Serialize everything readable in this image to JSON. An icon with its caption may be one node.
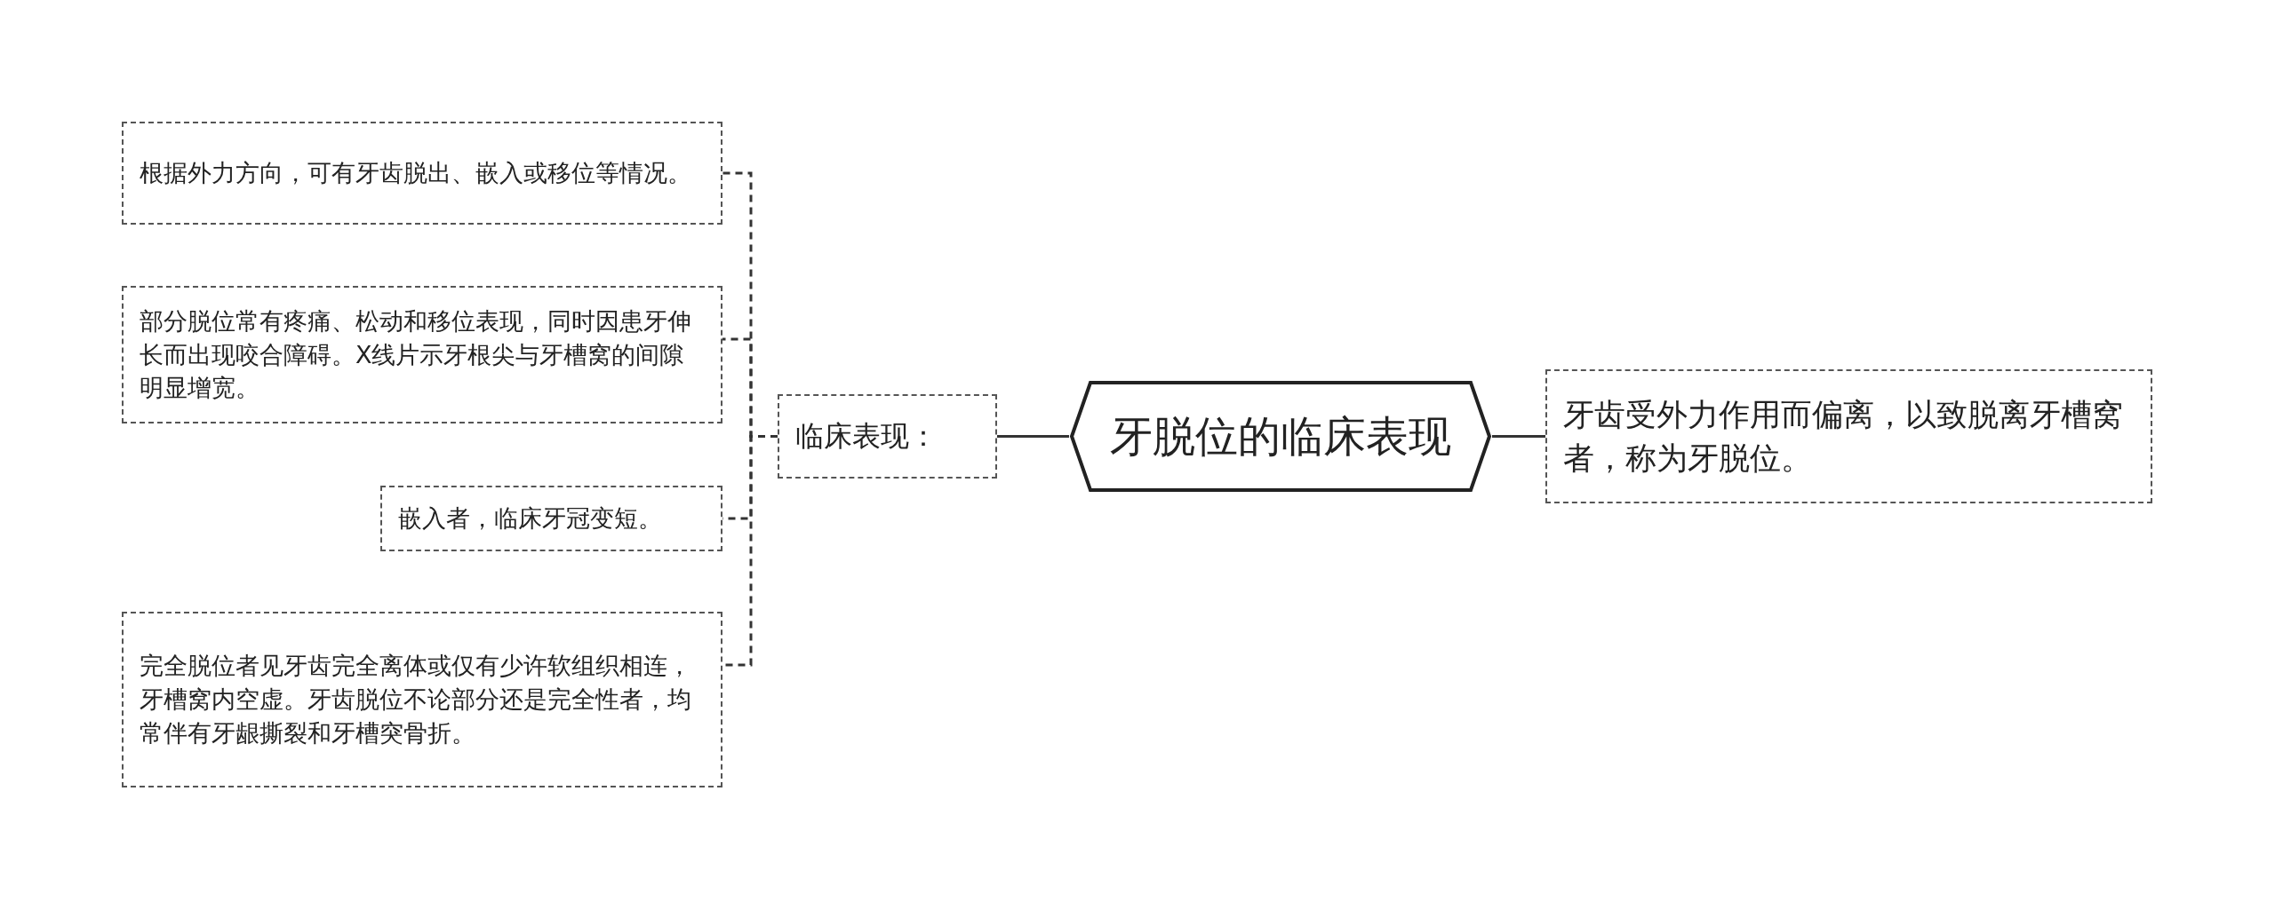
{
  "diagram": {
    "nodes": [
      {
        "text": [
          "牙脱位的临床表现"
        ]
      },
      {
        "text": [
          "临床表现："
        ]
      },
      {
        "text": [
          "根据外力方向，可有牙齿脱出、嵌入或移位等情况。"
        ]
      },
      {
        "text": [
          "部分脱位常有疼痛、松动和移位表现，同时因患牙伸长而出现咬合障碍。X线片示牙根尖与牙槽窝的间隙明显增宽。"
        ]
      },
      {
        "text": [
          "嵌入者，临床牙冠变短。"
        ]
      },
      {
        "text": [
          "完全脱位者见牙齿完全离体或仅有少许软组织相连，牙槽窝内空虚。牙齿脱位不论部分还是完全性者，均常伴有牙龈撕裂和牙槽突骨折。"
        ]
      },
      {
        "text": [
          "牙齿受外力作用而偏离，以致脱离牙槽窝者，称为牙脱位。"
        ]
      }
    ],
    "edges": [
      {
        "from": 0,
        "to": 1,
        "arrow": "none"
      },
      {
        "from": 1,
        "to": 2,
        "arrow": "none",
        "style": "dashed"
      },
      {
        "from": 1,
        "to": 3,
        "arrow": "none",
        "style": "dashed"
      },
      {
        "from": 1,
        "to": 4,
        "arrow": "none",
        "style": "dashed"
      },
      {
        "from": 1,
        "to": 5,
        "arrow": "none",
        "style": "dashed"
      },
      {
        "from": 0,
        "to": 6,
        "arrow": "none"
      }
    ]
  }
}
